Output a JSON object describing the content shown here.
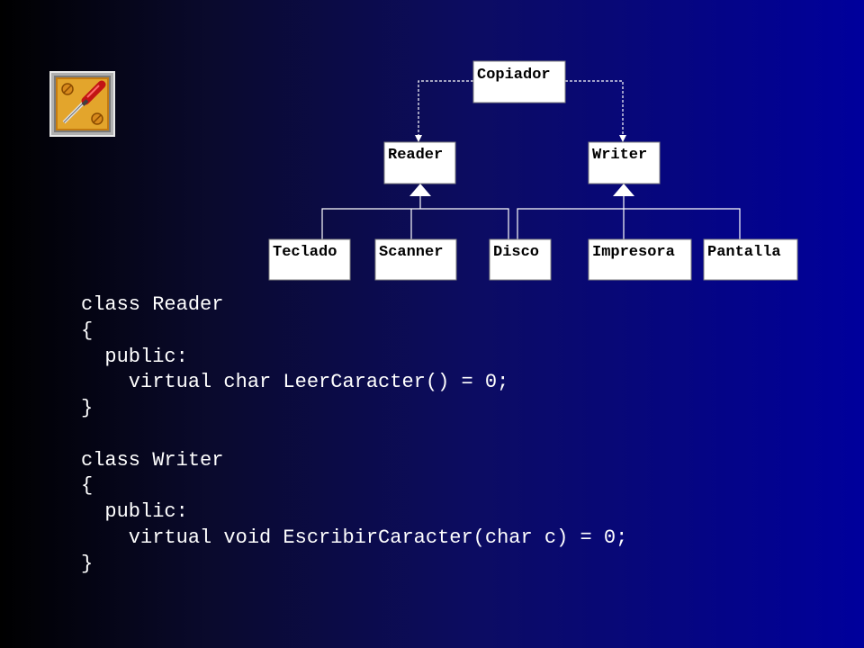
{
  "diagram": {
    "boxes": {
      "copiador": "Copiador",
      "reader": "Reader",
      "writer": "Writer",
      "teclado": "Teclado",
      "scanner": "Scanner",
      "disco": "Disco",
      "impresora": "Impresora",
      "pantalla": "Pantalla"
    }
  },
  "icon": "screwdriver-tool-icon",
  "code": [
    "class Reader",
    "{",
    "  public:",
    "    virtual char LeerCaracter() = 0;",
    "}",
    "",
    "class Writer",
    "{",
    "  public:",
    "    virtual void EscribirCaracter(char c) = 0;",
    "}"
  ]
}
